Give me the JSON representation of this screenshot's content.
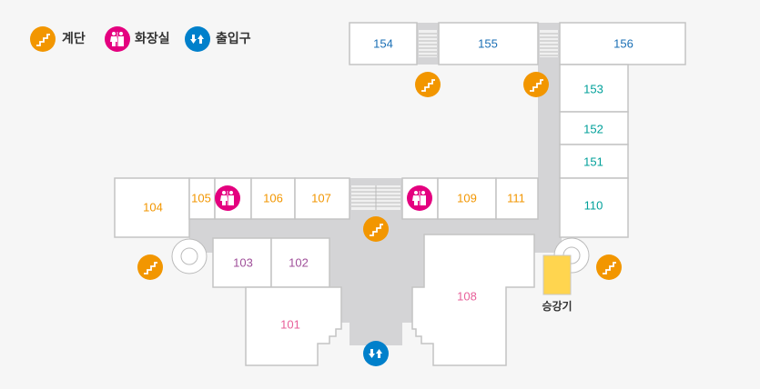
{
  "legend": [
    {
      "icon": "stairs-icon",
      "label": "계단",
      "color": "#f29600"
    },
    {
      "icon": "restroom-icon",
      "label": "화장실",
      "color": "#e4007f"
    },
    {
      "icon": "entrance-icon",
      "label": "출입구",
      "color": "#0080cb"
    }
  ],
  "rooms": {
    "r154": "154",
    "r155": "155",
    "r156": "156",
    "r153": "153",
    "r152": "152",
    "r151": "151",
    "r110": "110",
    "r104": "104",
    "r105": "105",
    "r106": "106",
    "r107": "107",
    "r109": "109",
    "r111": "111",
    "r103": "103",
    "r102": "102",
    "r101": "101",
    "r108": "108"
  },
  "elevator": {
    "label": "승강기",
    "color": "#ffd54f"
  },
  "colors": {
    "blue_rooms": "#1a6fb5",
    "teal_rooms": "#00a09a",
    "orange_rooms": "#f29600",
    "purple_rooms": "#a0509a",
    "pink_rooms": "#e8609a"
  }
}
